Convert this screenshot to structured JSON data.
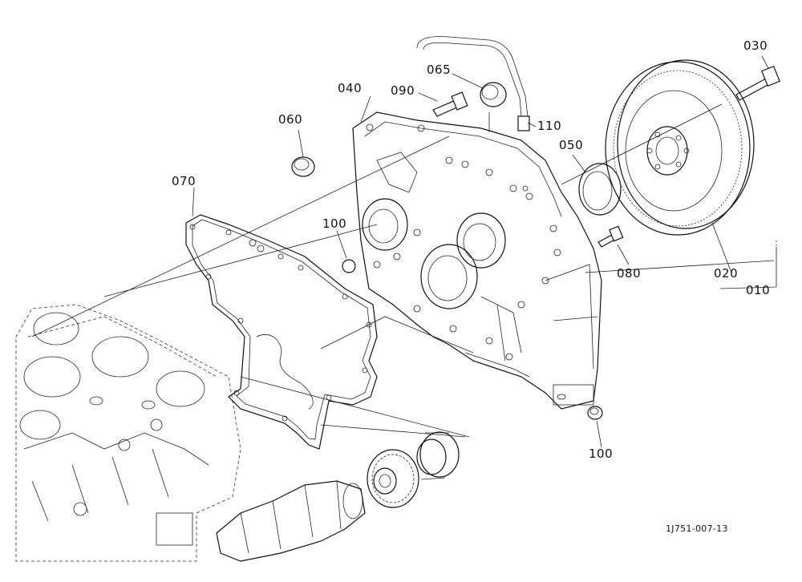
{
  "diagram": {
    "callouts": {
      "c010": "010",
      "c020": "020",
      "c030": "030",
      "c040": "040",
      "c050": "050",
      "c060": "060",
      "c065": "065",
      "c070": "070",
      "c080": "080",
      "c090": "090",
      "c100_left": "100",
      "c100_bottom": "100",
      "c110": "110"
    },
    "drawing_code": "1J751-007-13",
    "colors": {
      "line": "#111111",
      "background": "#ffffff"
    }
  }
}
